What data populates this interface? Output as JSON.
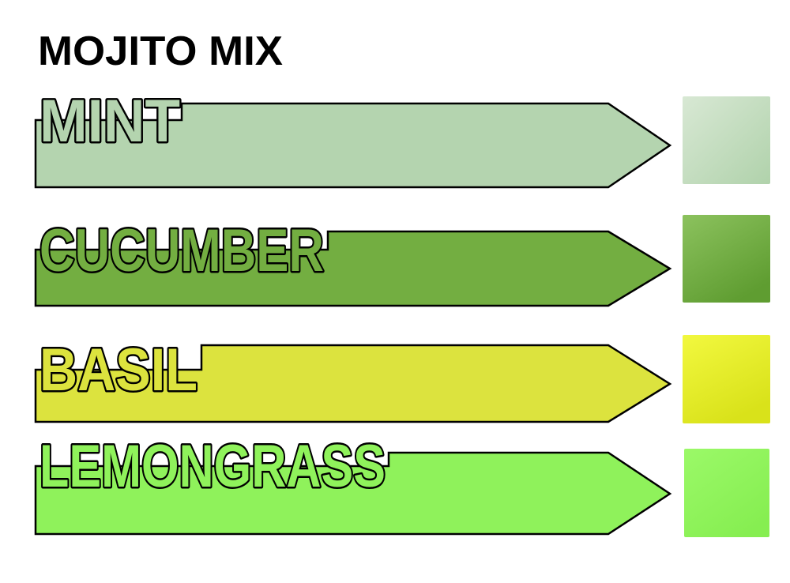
{
  "title": "MOJITO MIX",
  "outline_color": "#000000",
  "background": "#ffffff",
  "items": [
    {
      "label": "MINT",
      "color": "#b4d4af",
      "swatch_from": "#d8e8d4",
      "swatch_to": "#b0d2ab"
    },
    {
      "label": "CUCUMBER",
      "color": "#73ae41",
      "swatch_from": "#8cc25e",
      "swatch_to": "#5f9d31"
    },
    {
      "label": "BASIL",
      "color": "#dce33e",
      "swatch_from": "#f2f83f",
      "swatch_to": "#d9e21a"
    },
    {
      "label": "LEMONGRASS",
      "color": "#8ff25b",
      "swatch_from": "#9bf968",
      "swatch_to": "#86ee51"
    }
  ]
}
